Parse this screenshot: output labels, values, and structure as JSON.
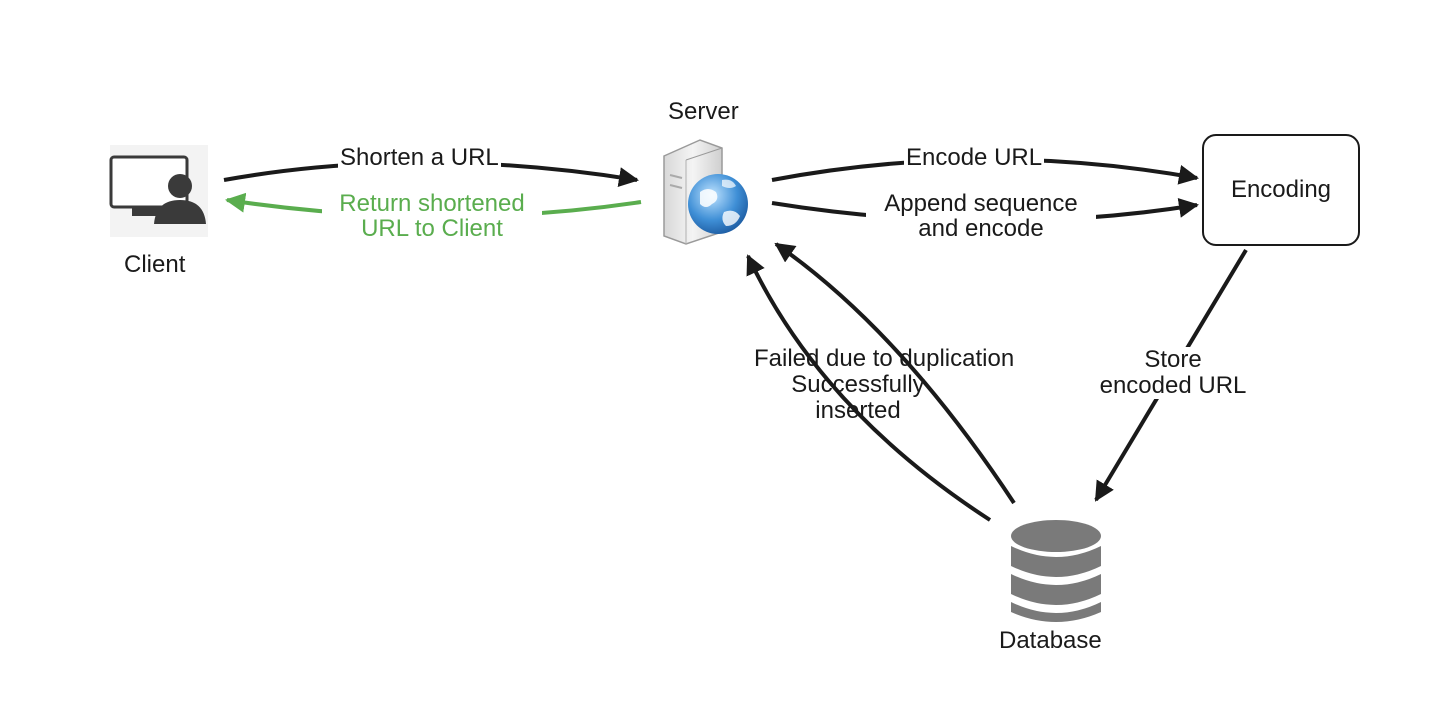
{
  "nodes": {
    "client": "Client",
    "server": "Server",
    "encoding": "Encoding",
    "database": "Database"
  },
  "edges": {
    "shorten": "Shorten a URL",
    "return_line1": "Return shortened",
    "return_line2": "URL to Client",
    "encode_url": "Encode URL",
    "append_line1": "Append sequence",
    "append_line2": "and encode",
    "failed": "Failed due to duplication",
    "success_line1": "Successfully",
    "success_line2": "inserted",
    "store_line1": "Store",
    "store_line2": "encoded URL"
  },
  "colors": {
    "arrow": "#1a1a1a",
    "return_arrow": "#5aad4e",
    "database": "#7a7a7a",
    "server_body": "#e6e6e6",
    "globe": "#3f8fd6"
  },
  "icons": [
    "client-computer-user-icon",
    "server-globe-icon",
    "database-cylinder-icon"
  ]
}
